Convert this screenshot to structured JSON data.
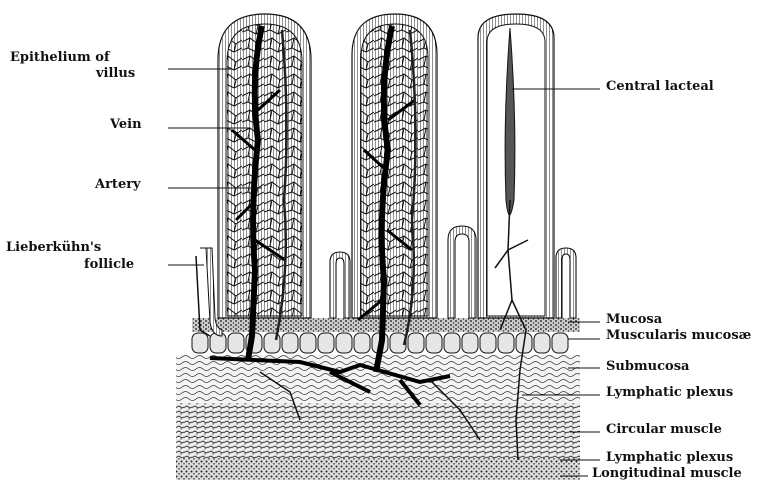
{
  "labels": {
    "epithelium_line1": "Epithelium of",
    "epithelium_line2": "villus",
    "vein": "Vein",
    "artery": "Artery",
    "lieberkuhn_line1": "Lieberkühn's",
    "lieberkuhn_line2": "follicle",
    "central_lacteal": "Central lacteal",
    "mucosa": "Mucosa",
    "muscularis_mucosae": "Muscularis mucosæ",
    "submucosa": "Submucosa",
    "lymphatic_plexus_upper": "Lymphatic plexus",
    "circular_muscle": "Circular muscle",
    "lymphatic_plexus_lower": "Lymphatic plexus",
    "longitudinal_muscle": "Longitudinal muscle"
  },
  "colors": {
    "ink": "#111111",
    "paper": "#ffffff"
  }
}
